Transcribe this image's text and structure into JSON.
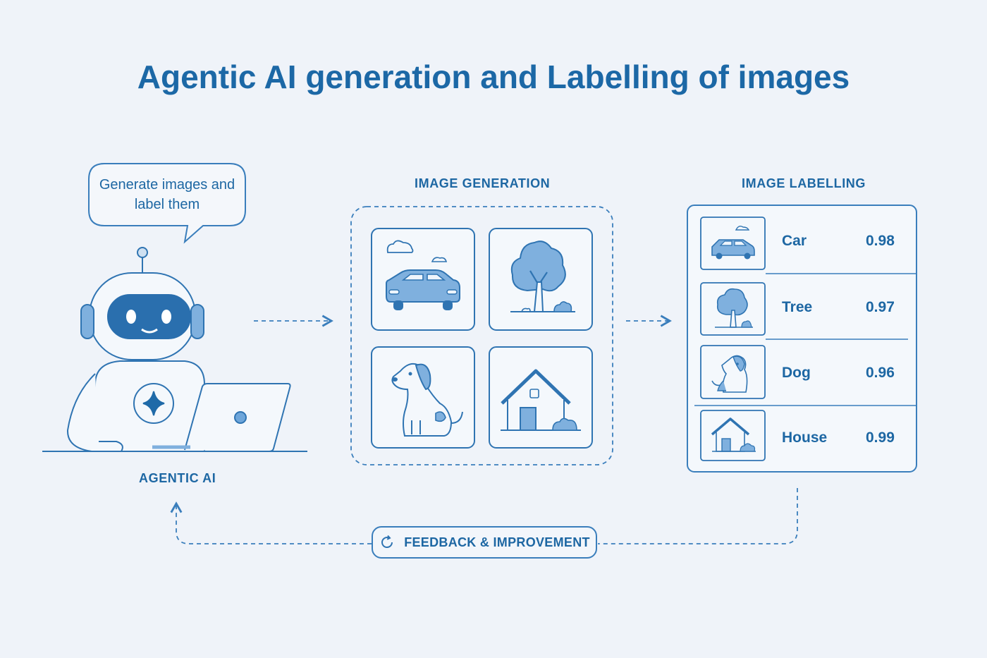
{
  "title": "Agentic AI generation and Labelling of images",
  "agent": {
    "speech": "Generate images and label them",
    "label": "AGENTIC AI"
  },
  "generation": {
    "title": "IMAGE GENERATION",
    "images": [
      "car-image-icon",
      "tree-image-icon",
      "dog-image-icon",
      "house-image-icon"
    ]
  },
  "labelling": {
    "title": "IMAGE LABELLING",
    "rows": [
      {
        "label": "Car",
        "score": "0.98",
        "icon": "car-thumb-icon"
      },
      {
        "label": "Tree",
        "score": "0.97",
        "icon": "tree-thumb-icon"
      },
      {
        "label": "Dog",
        "score": "0.96",
        "icon": "dog-thumb-icon"
      },
      {
        "label": "House",
        "score": "0.99",
        "icon": "house-thumb-icon"
      }
    ]
  },
  "feedback": {
    "label": "FEEDBACK & IMPROVEMENT",
    "icon": "refresh-icon"
  },
  "colors": {
    "primary": "#1d67a3",
    "line": "#3a7ebc",
    "fill": "#5a9ad6",
    "background": "#eff3f9"
  }
}
